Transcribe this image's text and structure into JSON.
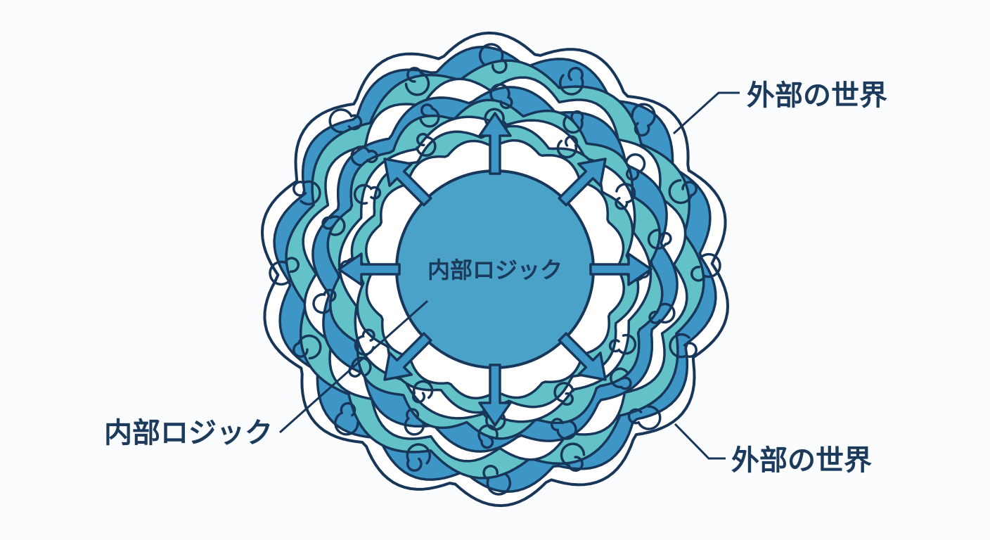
{
  "diagram": {
    "center_label": "内部ロジック",
    "labels": {
      "outer_top_right": "外部の世界",
      "outer_bottom_right": "外部の世界",
      "inner_bottom_left": "内部ロジック"
    },
    "colors": {
      "outline": "#17365a",
      "core_fill": "#4aa2c9",
      "teal": "#63c2c7",
      "blue": "#3d96c5",
      "white": "#ffffff",
      "background": "#fbfcfd"
    },
    "arrow_count": 8
  }
}
